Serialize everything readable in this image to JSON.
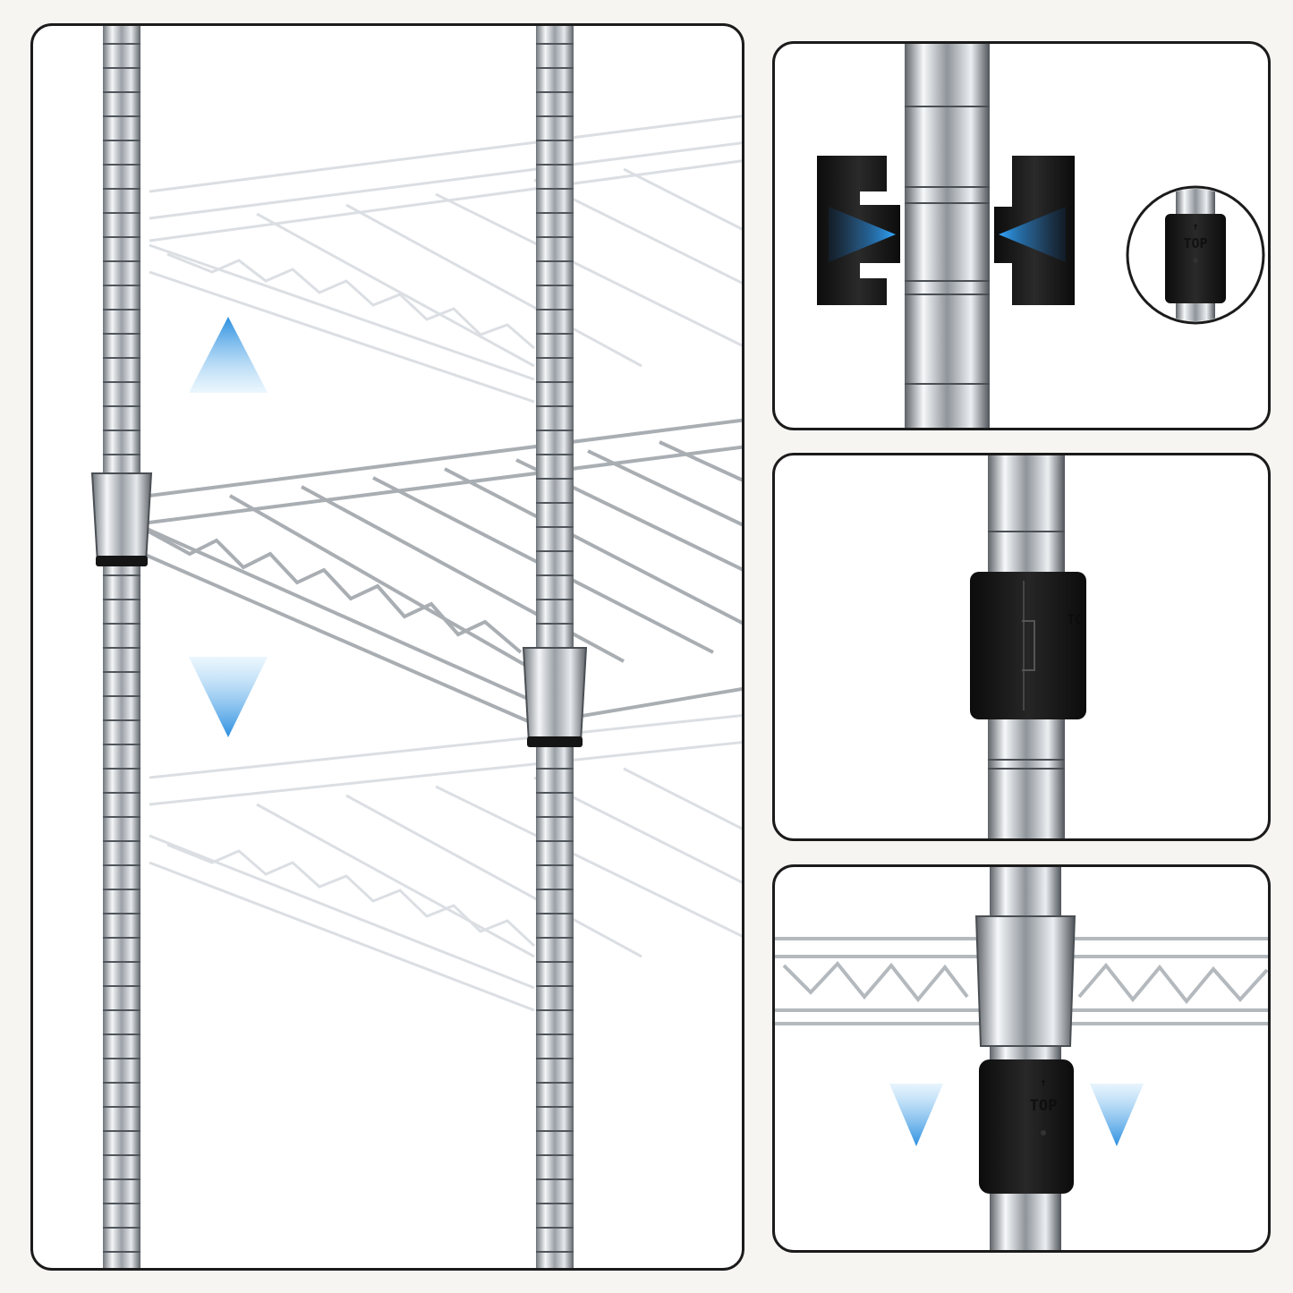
{
  "image": {
    "description_free": true,
    "panels": [
      "main-shelf-view",
      "sleeve-assembly-detail",
      "sleeve-closed-detail",
      "shelf-lowering-detail"
    ]
  },
  "colors": {
    "background": "#f7f5f2",
    "panel_border": "#1b1b1b",
    "chrome_light": "#e9ecef",
    "chrome_dark": "#6f757b",
    "sleeve_black": "#151515",
    "arrow_blue": "#2b8fe0",
    "arrow_blue_light": "#bfe2fb"
  },
  "icons": {
    "up_arrow": "triangle-up-gradient",
    "down_arrow": "triangle-down-gradient",
    "inward_arrow": "triangle-side-gradient"
  },
  "sleeve_label": {
    "arrow": "↑",
    "text": "TOP",
    "partial_text": "TC"
  }
}
